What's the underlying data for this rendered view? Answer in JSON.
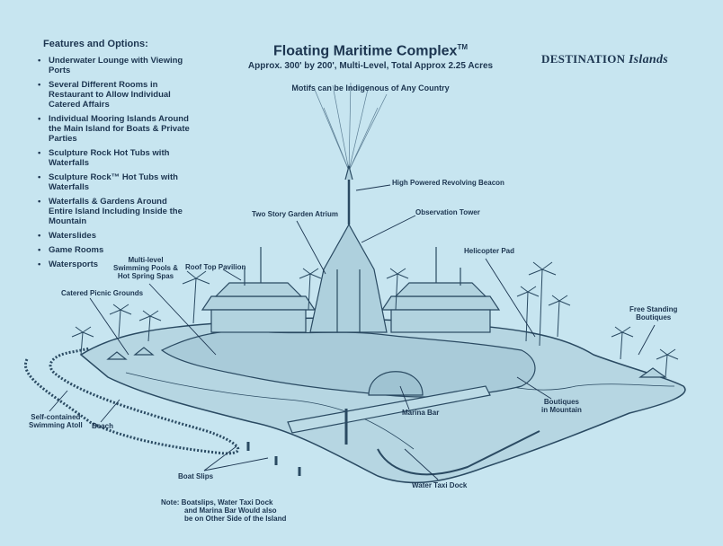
{
  "features": {
    "title": "Features and Options:",
    "items": [
      "Underwater Lounge with Viewing Ports",
      "Several Different Rooms in Restaurant to Allow Individual Catered Affairs",
      "Individual Mooring Islands Around the Main Island for Boats & Private Parties",
      "Sculpture Rock  Hot Tubs with Waterfalls",
      "Sculpture Rock™ Hot Tubs with Waterfalls",
      "Waterfalls & Gardens Around Entire Island Including Inside the Mountain",
      "Waterslides",
      "Game Rooms",
      "Watersports"
    ]
  },
  "header": {
    "title": "Floating Maritime Complex",
    "title_mark": "TM",
    "subtitle": "Approx. 300' by 200', Multi-Level, Total Approx 2.25 Acres",
    "motifs": "Motifs can be Indigenous of Any Country"
  },
  "brand": {
    "word1": "DESTINATION",
    "word2": "Islands"
  },
  "labels": {
    "beacon": "High Powered Revolving Beacon",
    "atrium": "Two Story Garden Atrium",
    "tower": "Observation Tower",
    "pavilion": "Roof Top Pavilion",
    "helipad": "Helicopter Pad",
    "pools_1": "Multi-level",
    "pools_2": "Swimming Pools &",
    "pools_3": "Hot Spring Spas",
    "picnic": "Catered Picnic Grounds",
    "boutiques_1": "Free Standing",
    "boutiques_2": "Boutiques",
    "atoll_1": "Self-contained",
    "atoll_2": "Swimming Atoll",
    "beach": "Beach",
    "mountain_1": "Boutiques",
    "mountain_2": "in Mountain",
    "marina": "Marina Bar",
    "slips": "Boat Slips",
    "taxi": "Water Taxi Dock",
    "note_1": "Note: Boatslips, Water Taxi Dock",
    "note_2": "and Marina Bar Would also",
    "note_3": "be on Other Side of the Island"
  },
  "colors": {
    "background": "#c7e5f0",
    "ink": "#1c3550"
  }
}
